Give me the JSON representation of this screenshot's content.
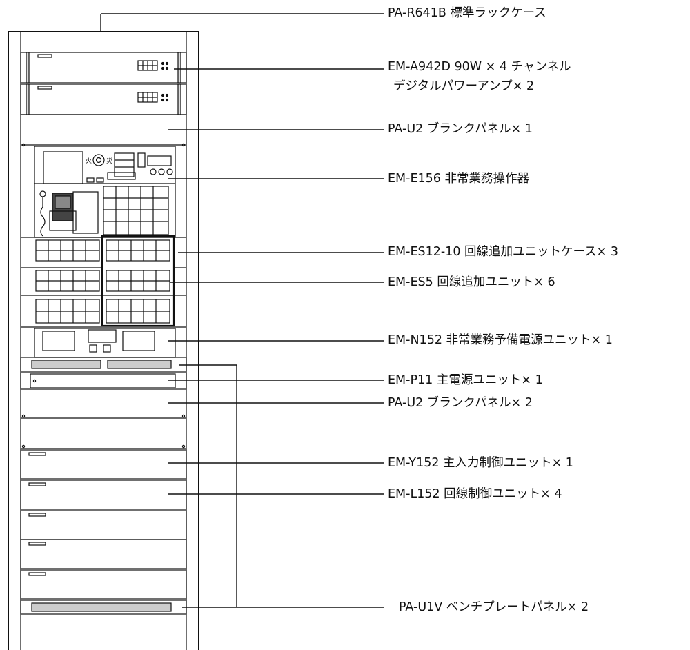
{
  "labels": [
    {
      "id": "rack_case",
      "text": "PA-R641B 標準ラックケース"
    },
    {
      "id": "amp",
      "text": "EM-A942D 90W × 4 チャンネル"
    },
    {
      "id": "amp_line2",
      "text": "デジタルパワーアンプ× 2"
    },
    {
      "id": "blank_top",
      "text": "PA-U2 ブランクパネル× 1"
    },
    {
      "id": "operator",
      "text": "EM-E156 非常業務操作器"
    },
    {
      "id": "case",
      "text": "EM-ES12-10 回線追加ユニットケース× 3"
    },
    {
      "id": "es5",
      "text": "EM-ES5 回線追加ユニット× 6"
    },
    {
      "id": "power_backup",
      "text": "EM-N152 非常業務予備電源ユニット× 1"
    },
    {
      "id": "main_power",
      "text": "EM-P11 主電源ユニット× 1"
    },
    {
      "id": "blank_lower",
      "text": "PA-U2 ブランクパネル× 2"
    },
    {
      "id": "main_input",
      "text": "EM-Y152 主入力制御ユニット× 1"
    },
    {
      "id": "line_ctrl",
      "text": "EM-L152 回線制御ユニット× 4"
    },
    {
      "id": "bench",
      "text": "PA-U1V ベンチプレートパネル× 2"
    }
  ],
  "panel_text": {
    "fire_left": "火",
    "fire_right": "災"
  }
}
